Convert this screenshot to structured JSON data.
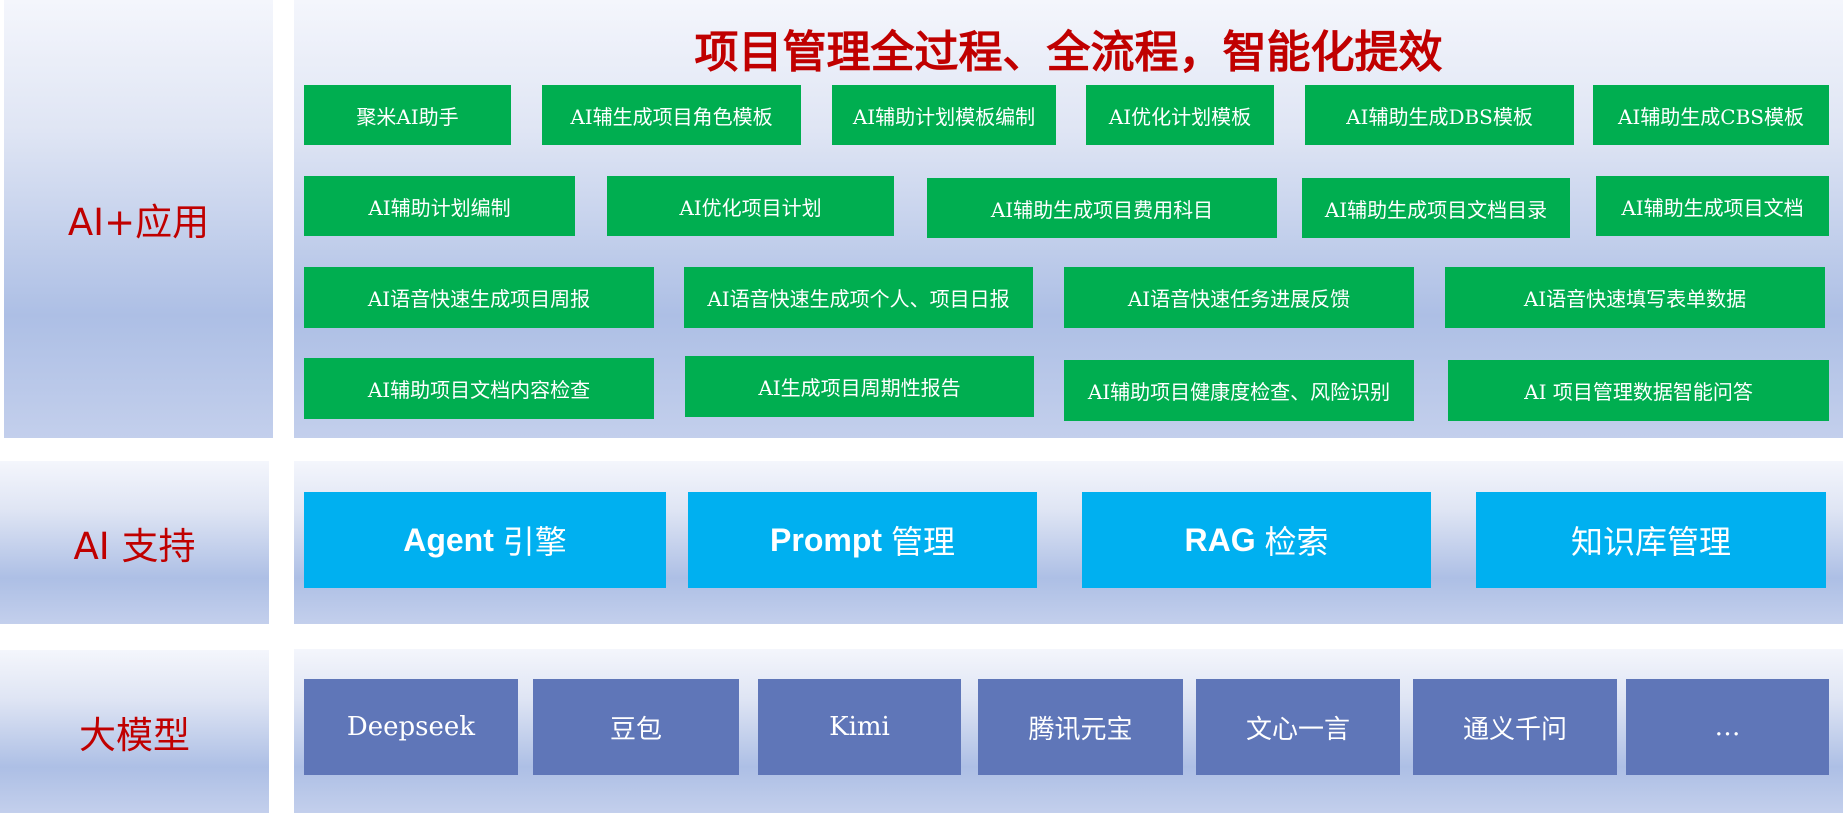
{
  "title": "项目管理全过程、全流程，智能化提效",
  "colors": {
    "label_text": "#c00000",
    "app_box": "#00ae50",
    "support_box": "#00b0f0",
    "model_box": "#5f76b8"
  },
  "layers": {
    "application": {
      "label": "AI+应用",
      "rows": [
        [
          "聚米AI助手",
          "AI辅生成项目角色模板",
          "AI辅助计划模板编制",
          "AI优化计划模板",
          "AI辅助生成DBS模板",
          "AI辅助生成CBS模板"
        ],
        [
          "AI辅助计划编制",
          "AI优化项目计划",
          "AI辅助生成项目费用科目",
          "AI辅助生成项目文档目录",
          "AI辅助生成项目文档"
        ],
        [
          "AI语音快速生成项目周报",
          "AI语音快速生成项个人、项目日报",
          "AI语音快速任务进展反馈",
          "AI语音快速填写表单数据"
        ],
        [
          "AI辅助项目文档内容检查",
          "AI生成项目周期性报告",
          "AI辅助项目健康度检查、风险识别",
          "AI 项目管理数据智能问答"
        ]
      ]
    },
    "support": {
      "label": "AI 支持",
      "items": [
        {
          "en": "Agent",
          "cn": "引擎"
        },
        {
          "en": "Prompt",
          "cn": "管理"
        },
        {
          "en": "RAG",
          "cn": "检索"
        },
        {
          "en": "",
          "cn": "知识库管理"
        }
      ]
    },
    "models": {
      "label": "大模型",
      "items": [
        "Deepseek",
        "豆包",
        "Kimi",
        "腾讯元宝",
        "文心一言",
        "通义千问",
        "…"
      ]
    }
  }
}
